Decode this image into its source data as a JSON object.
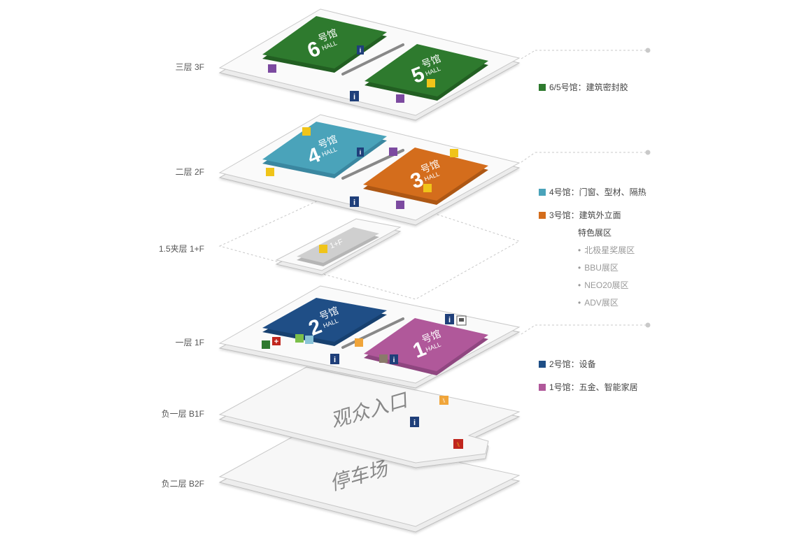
{
  "floors": [
    {
      "key": "3f",
      "label": "三层  3F"
    },
    {
      "key": "2f",
      "label": "二层  2F"
    },
    {
      "key": "mezz",
      "label": "1.5夹层  1+F"
    },
    {
      "key": "1f",
      "label": "一层  1F"
    },
    {
      "key": "b1",
      "label": "负一层  B1F"
    },
    {
      "key": "b2",
      "label": "负二层  B2F"
    }
  ],
  "halls": {
    "h6": {
      "num": "6",
      "cn": "号馆",
      "en": "HALL"
    },
    "h5": {
      "num": "5",
      "cn": "号馆",
      "en": "HALL"
    },
    "h4": {
      "num": "4",
      "cn": "号馆",
      "en": "HALL"
    },
    "h3": {
      "num": "3",
      "cn": "号馆",
      "en": "HALL"
    },
    "h2": {
      "num": "2",
      "cn": "号馆",
      "en": "HALL"
    },
    "h1": {
      "num": "1",
      "cn": "号馆",
      "en": "HALL"
    }
  },
  "mezz_tag": "1+F",
  "b1_text": "观众入口",
  "b2_text": "停车场",
  "info_glyph": "i",
  "legend": {
    "l65": "6/5号馆：建筑密封胶",
    "l4": "4号馆：门窗、型材、隔热",
    "l3": "3号馆：建筑外立面",
    "special": "特色展区",
    "subs": [
      "北极星奖展区",
      "BBU展区",
      "NEO20展区",
      "ADV展区"
    ],
    "l2": "2号馆：设备",
    "l1": "1号馆：五金、智能家居"
  },
  "colors": {
    "hall_6_5": "#2e7a2e",
    "hall_4": "#4aa3ba",
    "hall_3": "#d46d1c",
    "hall_2": "#1f4e86",
    "hall_1": "#b0589a",
    "mezz": "#cfcfcf",
    "info": "#1f3f7a",
    "access": "#7c4aa0",
    "food": "#f0c419",
    "dining": "#c0261e"
  }
}
